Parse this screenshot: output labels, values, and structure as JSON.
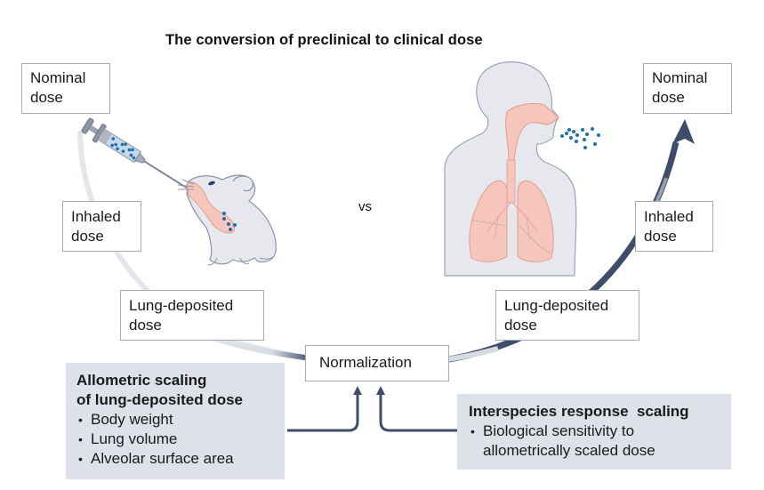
{
  "figure": {
    "title": "The conversion of preclinical to clinical dose",
    "comparison_label": "vs"
  },
  "preclinical_path": {
    "species": "mouse",
    "stages": [
      {
        "label_line1": "Nominal",
        "label_line2": "dose"
      },
      {
        "label_line1": "Inhaled",
        "label_line2": "dose"
      },
      {
        "label_line1": "Lung-deposited",
        "label_line2": "dose"
      }
    ],
    "administration_icon": "syringe-icon"
  },
  "clinical_path": {
    "species": "human",
    "stages": [
      {
        "label_line1": "Lung-deposited",
        "label_line2": "dose"
      },
      {
        "label_line1": "Inhaled",
        "label_line2": "dose"
      },
      {
        "label_line1": "Nominal",
        "label_line2": "dose"
      }
    ],
    "administration_icon": "aerosol-particles-icon"
  },
  "center": {
    "label": "Normalization"
  },
  "allometric_panel": {
    "heading_line1": "Allometric scaling",
    "heading_line2": "of lung-deposited dose",
    "items": [
      "Body weight",
      "Lung volume",
      "Alveolar surface area"
    ]
  },
  "interspecies_panel": {
    "heading": "Interspecies response  scaling",
    "items": [
      {
        "line1": "Biological sensitivity to",
        "line2": "allometrically scaled dose"
      }
    ]
  },
  "colors": {
    "arc_dark": "#3e4d68",
    "arc_light": "#e2e5ea",
    "panel_bg": "#dde1e8",
    "box_border": "#a4acba",
    "particle": "#1f6fae",
    "lung_fill": "#f6c6bd",
    "body_fill": "#e6e8ee"
  }
}
